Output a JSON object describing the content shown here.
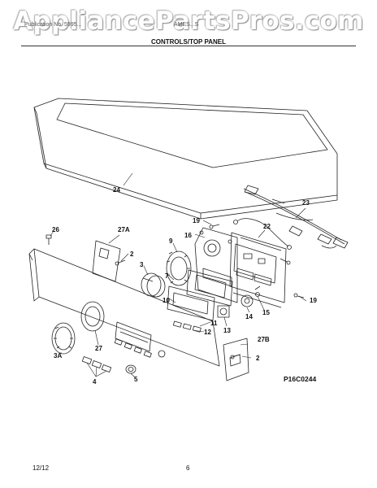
{
  "watermark": "AppliancePartsPros.com",
  "header_left": "Publication No. 5995...",
  "header_mid": "AMES...S",
  "title": "CONTROLS/TOP PANEL",
  "callouts": [
    "24",
    "23",
    "22",
    "19",
    "16",
    "9",
    "26",
    "27A",
    "2",
    "3",
    "7",
    "10",
    "11",
    "12",
    "13",
    "15",
    "14",
    "19",
    "27",
    "3A",
    "4",
    "5",
    "27B",
    "2"
  ],
  "diagram_code": "P16C0244",
  "footer": {
    "date": "12/12",
    "page": "6"
  }
}
